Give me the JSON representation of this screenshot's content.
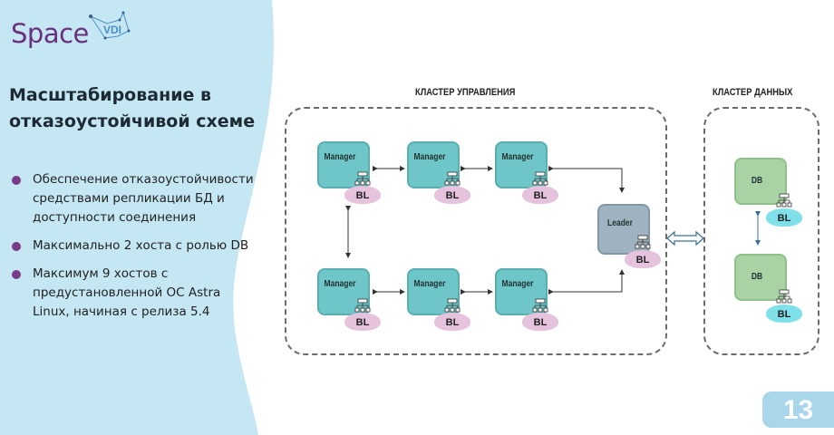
{
  "logo": {
    "brand": "Space",
    "suffix": "VDI"
  },
  "slide": {
    "title": "Масштабирование в отказоустойчивой схеме",
    "bullets": [
      "Обеспечение отказоустойчивости средствами репликации БД и доступности соединения",
      "Максимально 2 хоста с ролью DB",
      "Максимум 9 хостов с предустановленной ОС Astra Linux, начиная с релиза 5.4"
    ],
    "page_number": "13"
  },
  "diagram": {
    "management_cluster": {
      "title": "КЛАСТЕР УПРАВЛЕНИЯ",
      "nodes": [
        {
          "label": "Manager",
          "sub": "BL"
        },
        {
          "label": "Manager",
          "sub": "BL"
        },
        {
          "label": "Manager",
          "sub": "BL"
        },
        {
          "label": "Manager",
          "sub": "BL"
        },
        {
          "label": "Manager",
          "sub": "BL"
        },
        {
          "label": "Manager",
          "sub": "BL"
        }
      ],
      "leader": {
        "label": "Leader",
        "sub": "BL"
      }
    },
    "data_cluster": {
      "title": "КЛАСТЕР ДАННЫХ",
      "nodes": [
        {
          "label": "DB",
          "sub": "BL"
        },
        {
          "label": "DB",
          "sub": "BL"
        }
      ]
    },
    "colors": {
      "manager": "#6fc6c8",
      "leader": "#9fb2bf",
      "db": "#a9d3a4",
      "bl_manager": "#e6c3dd",
      "bl_db": "#7fe0ea",
      "accent": "#7a3a8c"
    }
  }
}
